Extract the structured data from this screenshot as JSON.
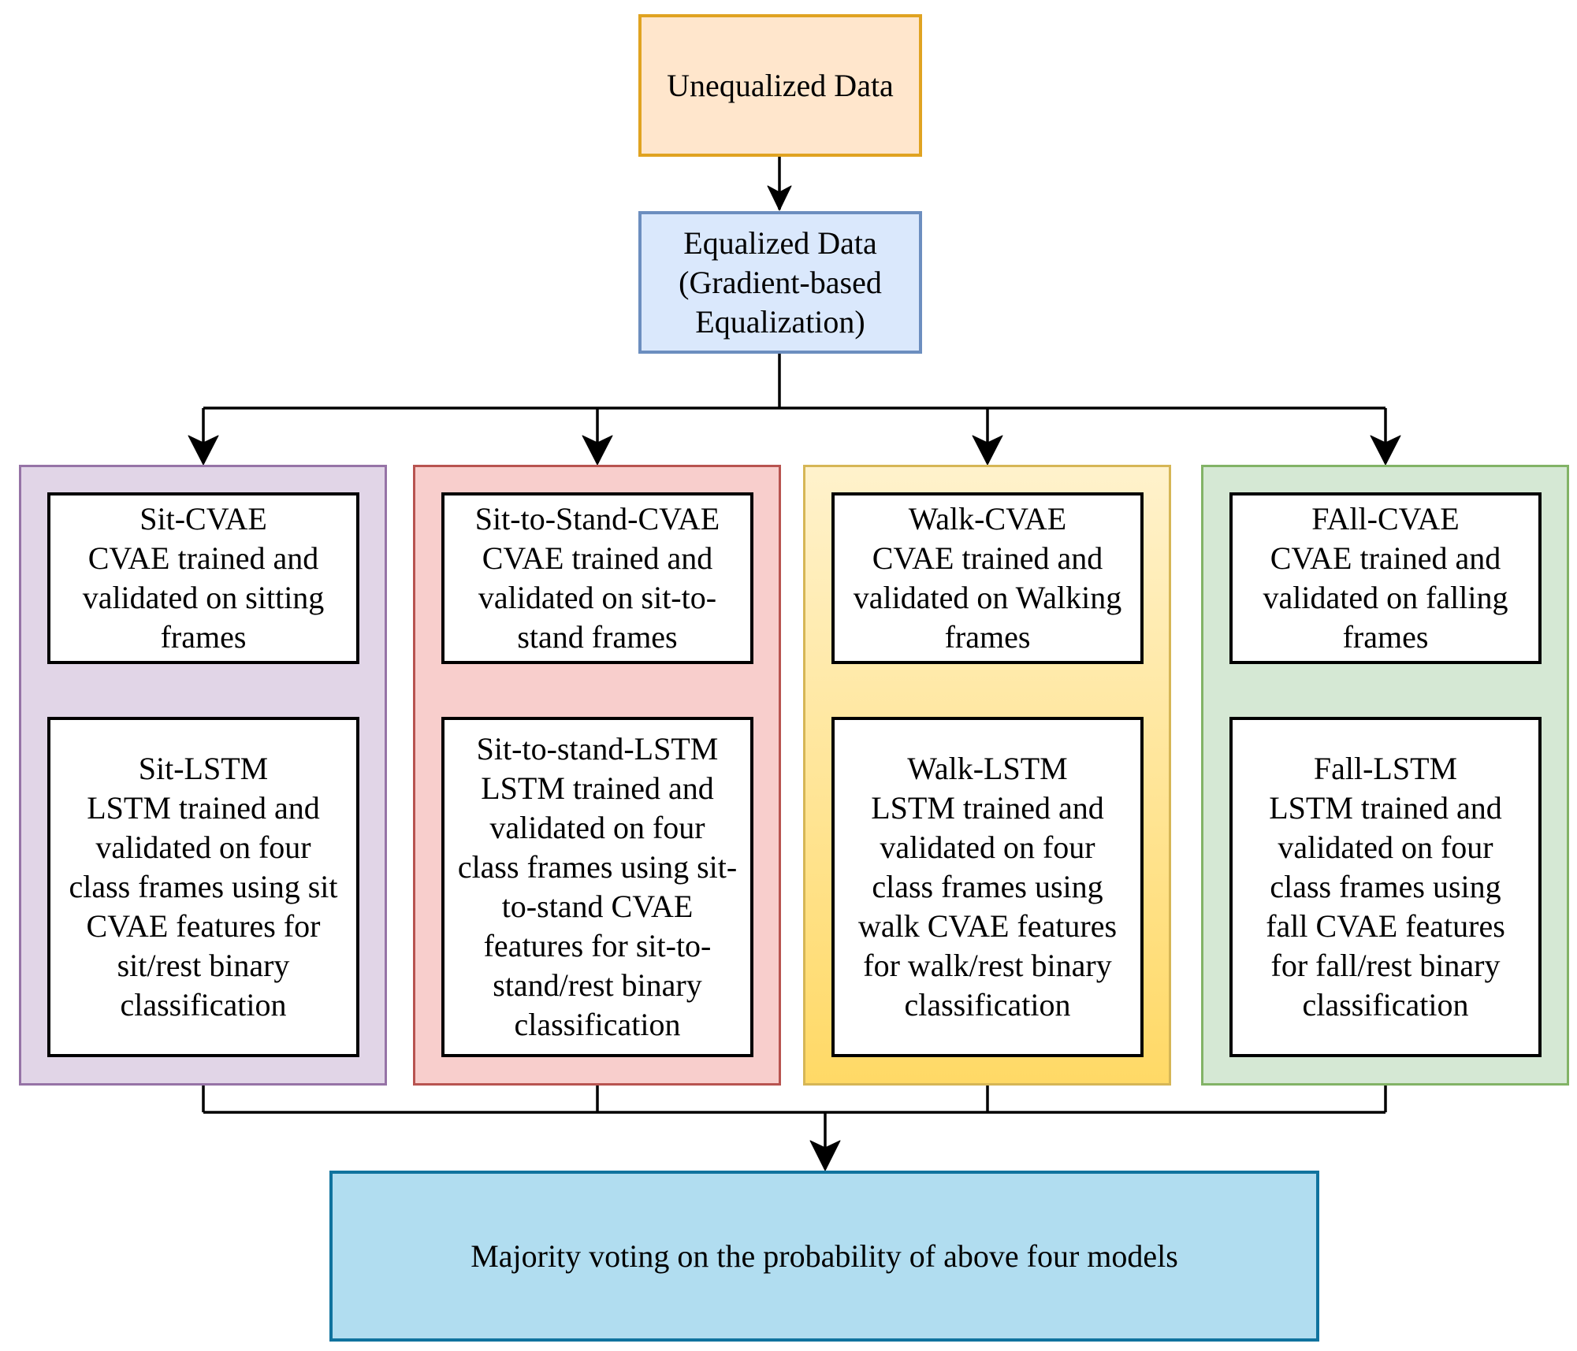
{
  "nodes": {
    "unequalized": {
      "text": "Unequalized Data"
    },
    "equalized": {
      "text": "Equalized Data\n(Gradient-based\nEqualization)"
    },
    "sit_cvae": {
      "text": "Sit-CVAE\nCVAE trained and\nvalidated on sitting\nframes"
    },
    "sts_cvae": {
      "text": "Sit-to-Stand-CVAE\nCVAE trained and\nvalidated on sit-to-\nstand frames"
    },
    "walk_cvae": {
      "text": "Walk-CVAE\nCVAE trained and\nvalidated on Walking\nframes"
    },
    "fall_cvae": {
      "text": "FAll-CVAE\nCVAE trained and\nvalidated on falling\nframes"
    },
    "sit_lstm": {
      "text": "Sit-LSTM\nLSTM trained and\nvalidated on four\nclass frames using sit\nCVAE features for\nsit/rest binary\nclassification"
    },
    "sts_lstm": {
      "text": "Sit-to-stand-LSTM\nLSTM trained and\nvalidated on four\nclass frames using sit-\nto-stand CVAE\nfeatures for sit-to-\nstand/rest binary\nclassification"
    },
    "walk_lstm": {
      "text": "Walk-LSTM\nLSTM trained and\nvalidated on four\nclass frames using\nwalk CVAE features\nfor walk/rest binary\nclassification"
    },
    "fall_lstm": {
      "text": "Fall-LSTM\nLSTM trained and\nvalidated on four\nclass frames using\nfall CVAE features\nfor fall/rest binary\nclassification"
    },
    "voting": {
      "text": "Majority voting on the probability of above four models"
    }
  },
  "colors": {
    "unequalized_fill": "#ffe6cc",
    "unequalized_border": "#e0a321",
    "equalized_fill": "#dae8fc",
    "equalized_border": "#6c8ebf",
    "sit_fill": "#e1d5e7",
    "sit_border": "#9673a6",
    "sts_fill": "#f8cecc",
    "sts_border": "#b85450",
    "walk_fill_top": "#fff2cc",
    "walk_fill_bottom": "#ffd966",
    "walk_border": "#d6b656",
    "fall_fill": "#d5e8d4",
    "fall_border": "#82b366",
    "voting_fill": "#b1ddf0",
    "voting_border": "#10739e",
    "connector": "#000000"
  }
}
